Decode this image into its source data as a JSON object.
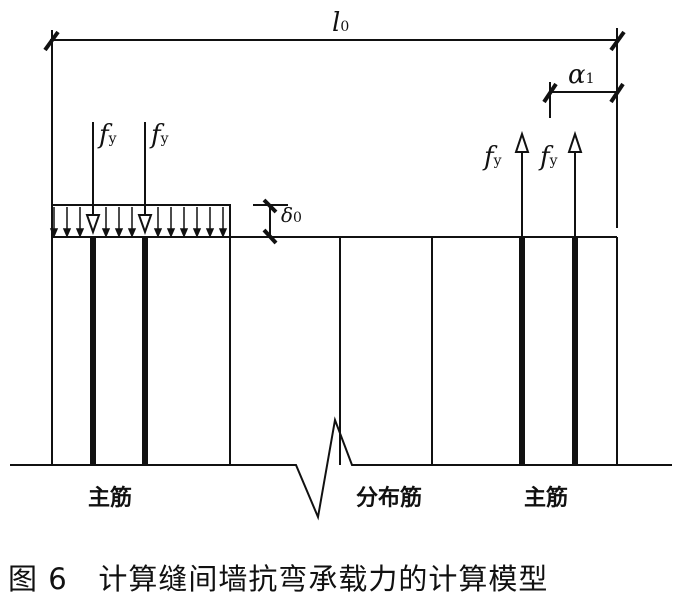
{
  "dimensions": {
    "span_label": "l",
    "span_sub": "0",
    "edge_label": "α",
    "edge_sub": "1",
    "delta_label": "δ",
    "delta_sub": "0"
  },
  "forces": {
    "symbol": "f",
    "sub": "y"
  },
  "labels": {
    "main_left": "主筋",
    "distributed": "分布筋",
    "main_right": "主筋"
  },
  "caption": {
    "number": "图 6",
    "text": "计算缝间墙抗弯承载力的计算模型"
  }
}
